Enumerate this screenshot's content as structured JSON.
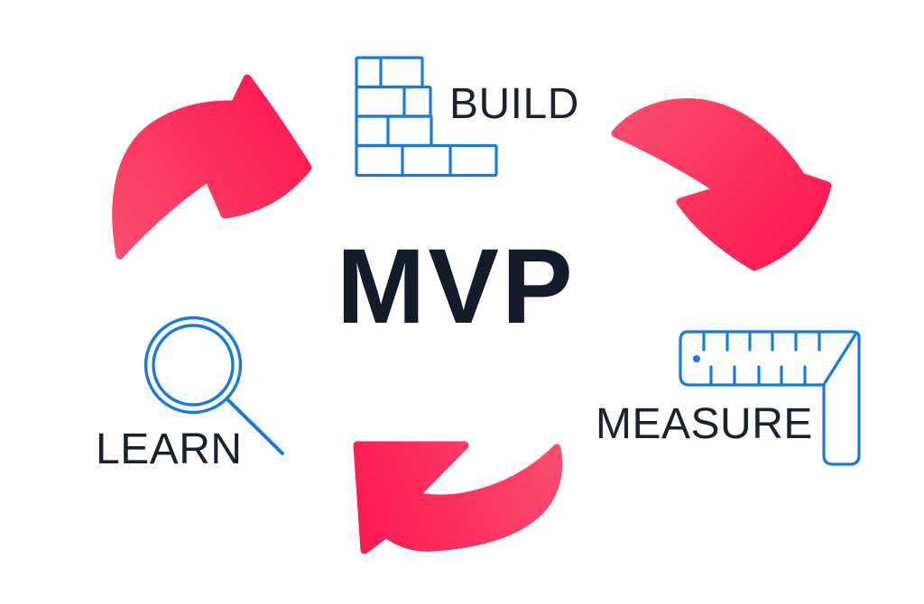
{
  "diagram": {
    "center_title": "MVP",
    "steps": [
      {
        "id": "build",
        "label": "BUILD",
        "icon": "bricks-icon"
      },
      {
        "id": "measure",
        "label": "MEASURE",
        "icon": "ruler-icon"
      },
      {
        "id": "learn",
        "label": "LEARN",
        "icon": "magnifier-icon"
      }
    ],
    "colors": {
      "icon_blue": "#187bdb",
      "arrow_pink_light": "#fa4668",
      "arrow_pink_dark": "#fc1a52",
      "text_dark": "#1a2231",
      "title_dark": "#141c2c",
      "background": "#ffffff"
    }
  }
}
